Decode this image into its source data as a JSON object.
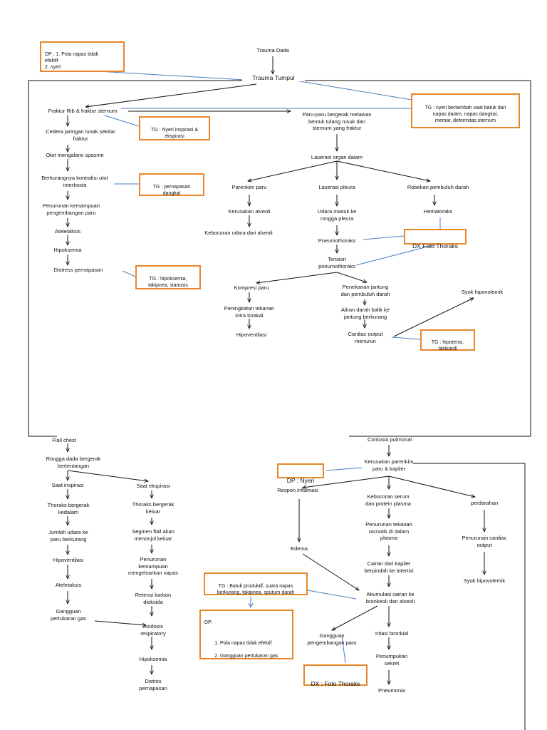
{
  "top": {
    "trauma_dada": "Trauma Dada",
    "trauma_tumpul": "Trauma Tumpul",
    "fraktur": "Fraktur Rib & fraktur sternum",
    "paru_paru": "Paru-paru bergerak melawan\nbentuk tulang rusuk dan\nsternum yang fraktur",
    "cedera": "Cedera jaringan lunak sekitar\nfraktur",
    "otot": "Otot mengalami spasme",
    "berkurangnya": "Berkurangnya kontraksi otot\ninterkosta",
    "penurunan_kemampuan": "Penurunan kemampuan\npengembangan paru",
    "ateletaksis": "Ateletaksis",
    "hipoksemia": "Hipoksemia",
    "distress": "Distress pernapasan",
    "laserasi_organ": "Laserasi organ dalam",
    "parenkim": "Parenkim paru",
    "kerusakan_alveoli": "Kerusakan alveoli",
    "kebocoran_udara": "Kebocoran udara dari alveoli",
    "laserasi_pleura": "Laserasi pleura",
    "udara_masuk": "Udara masuk ke\nrongga pleura",
    "pneumothoraks": "Pneumothoraks",
    "tension": "Tension\npneumothoraks",
    "robekan": "Robekan pembuluh darah",
    "hematoraks": "Hematoraks",
    "kompresi": "Kompresi paru",
    "peningkatan_tekanan": "Peningkatan tekanan\nintra torakal",
    "hipoventilasi": "Hipoventilasi",
    "penekanan": "Penekanan jantung\ndan pembuluh darah",
    "aliran": "Aliran darah balik ke\njantung berkurang",
    "cardiac": "Cardiac output\nmenurun",
    "syok1": "Syok hipovolemik"
  },
  "boxes": {
    "dp1_title": "DP : 1. Pola napas tidak\n      efektif\n      2. nyeri",
    "tg_nyeri_batuk": "TG : nyeri bertambah saat batuk dan\nnapas dalam, napas dangkal,\nmemar, deformitas sternum",
    "tg_nyeri_inspirasi": "TG : Nyeri inspirasi &\nekspirasi",
    "tg_pernapasan": "TG : pernapasan\ndangkal",
    "tg_hipoksemia": "TG : hipoksemia,\ntakipnea, sianosis",
    "dx_foto1": "DX Foto Thoraks",
    "tg_hipotensi": "TG : hipotensi,\ntakikardi",
    "dp_nyeri": "DP : Nyeri",
    "tg_batuk": "TG : Batuk produktif, suara napas\nberkurang, takipnea, sputum darah",
    "dp2_title": "DP:",
    "dp2_items": [
      "Pola napas tidak efektif",
      "Gangguan pertukaran gas"
    ],
    "dx_foto2": "DX ; Foto Thoraks"
  },
  "flail": {
    "flail_chest": "Flail chest",
    "rongga": "Rongga dada bergerak\nbertentangan",
    "saat_inspirasi": "Saat inspirasi",
    "saat_ekspirasi": "Saat ekspirasi",
    "thoraks_kedalam": "Thoraks bergerak\nkedalam",
    "jumlah_udara": "Jumlah udara ke\nparu berkurang",
    "hipoventilasi": "Hipoventilasi",
    "ateletaksis": "Ateletaksis",
    "gangguan_gas": "Gangguan\npertukaran gas",
    "thoraks_keluar": "Thoraks bergerak\nkeluar",
    "segmen": "Segmen flail akan\nmenonjol keluar",
    "penurunan_keluar": "Penurunan\nkemampuan\nmengeluarkan napas",
    "retensi": "Retensi karbon\ndioksida",
    "asidosis": "Asidosis\nrespiratory",
    "hipoksemia": "Hipoksemia",
    "distres": "Distres\npernapasan"
  },
  "contusio": {
    "contusio": "Contusio pulmonal",
    "kerusakan_parenkim": "Kerusakan parenkim\nparu & kapiler",
    "respon": "Respon inflamasi",
    "kebocoran_serum": "Kebocoran serum\ndan protein plasma",
    "perdarahan": "perdarahan",
    "edema": "Edema",
    "penurunan_osmotik": "Penurunan tekanan\nosmotik di dalam\nplasma",
    "cairan": "Cairan dari kapiler\nberpindah ke intertisi",
    "akumulasi": "Akumulasi cairan ke\nbronkeoli dan alveoli",
    "penurunan_cardiac": "Penurunan cardiac\noutput",
    "syok2": "Syok hipovolemik",
    "gangguan_pengembangan": "Gangguan\npengembangan paru",
    "iritasi": "Iritasi bronkial",
    "penumpukan": "Penumpukan\nsekret",
    "pneumonia": "Pneumonia"
  },
  "colors": {
    "accent": "#e8862a",
    "connector": "#4a7fc1",
    "line": "#111111"
  }
}
